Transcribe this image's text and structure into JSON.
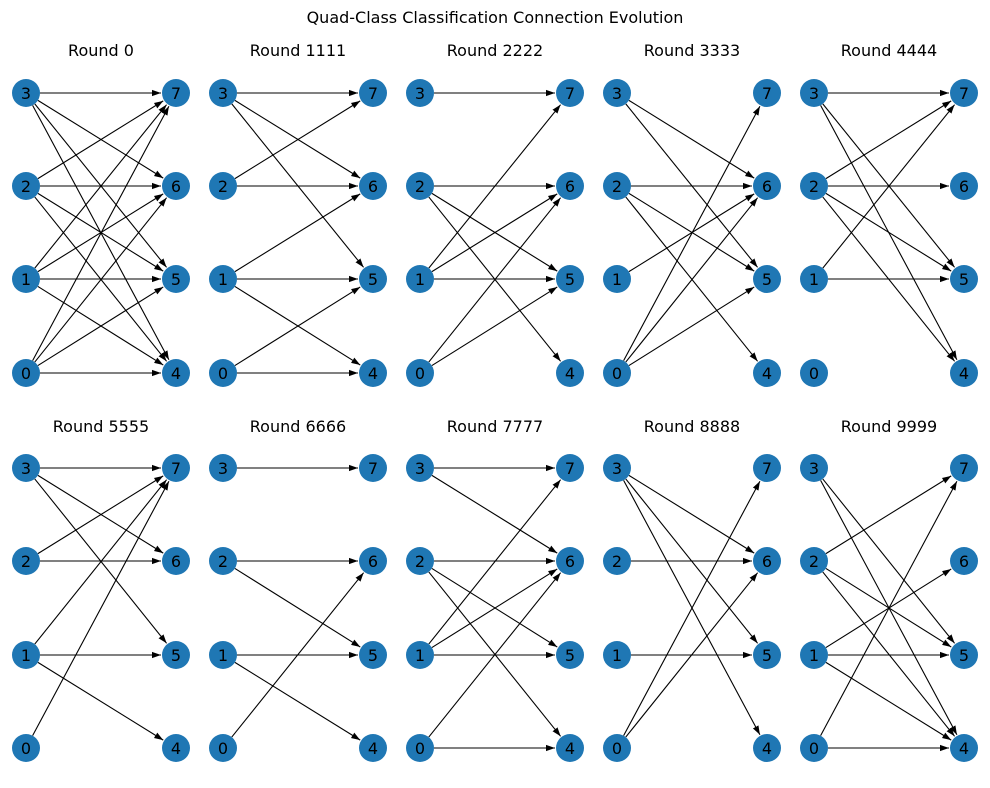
{
  "figure": {
    "title": "Quad-Class Classification Connection Evolution",
    "node_color": "#1f77b4",
    "edge_color": "#000000",
    "left_nodes": [
      "3",
      "2",
      "1",
      "0"
    ],
    "right_nodes": [
      "7",
      "6",
      "5",
      "4"
    ]
  },
  "panels": [
    {
      "title": "Round 0",
      "edges": [
        [
          "3",
          "7"
        ],
        [
          "3",
          "6"
        ],
        [
          "3",
          "5"
        ],
        [
          "3",
          "4"
        ],
        [
          "2",
          "7"
        ],
        [
          "2",
          "6"
        ],
        [
          "2",
          "5"
        ],
        [
          "2",
          "4"
        ],
        [
          "1",
          "7"
        ],
        [
          "1",
          "6"
        ],
        [
          "1",
          "5"
        ],
        [
          "1",
          "4"
        ],
        [
          "0",
          "7"
        ],
        [
          "0",
          "6"
        ],
        [
          "0",
          "5"
        ],
        [
          "0",
          "4"
        ]
      ]
    },
    {
      "title": "Round 1111",
      "edges": [
        [
          "3",
          "7"
        ],
        [
          "3",
          "6"
        ],
        [
          "3",
          "5"
        ],
        [
          "2",
          "7"
        ],
        [
          "2",
          "6"
        ],
        [
          "1",
          "6"
        ],
        [
          "1",
          "5"
        ],
        [
          "1",
          "4"
        ],
        [
          "0",
          "5"
        ],
        [
          "0",
          "4"
        ]
      ]
    },
    {
      "title": "Round 2222",
      "edges": [
        [
          "3",
          "7"
        ],
        [
          "2",
          "6"
        ],
        [
          "2",
          "5"
        ],
        [
          "2",
          "4"
        ],
        [
          "1",
          "7"
        ],
        [
          "1",
          "6"
        ],
        [
          "1",
          "5"
        ],
        [
          "0",
          "6"
        ],
        [
          "0",
          "5"
        ]
      ]
    },
    {
      "title": "Round 3333",
      "edges": [
        [
          "3",
          "6"
        ],
        [
          "3",
          "5"
        ],
        [
          "2",
          "6"
        ],
        [
          "2",
          "5"
        ],
        [
          "2",
          "4"
        ],
        [
          "1",
          "6"
        ],
        [
          "0",
          "7"
        ],
        [
          "0",
          "6"
        ],
        [
          "0",
          "5"
        ]
      ]
    },
    {
      "title": "Round 4444",
      "edges": [
        [
          "3",
          "7"
        ],
        [
          "3",
          "5"
        ],
        [
          "3",
          "4"
        ],
        [
          "2",
          "7"
        ],
        [
          "2",
          "6"
        ],
        [
          "2",
          "5"
        ],
        [
          "2",
          "4"
        ],
        [
          "1",
          "7"
        ],
        [
          "1",
          "5"
        ]
      ]
    },
    {
      "title": "Round 5555",
      "edges": [
        [
          "3",
          "7"
        ],
        [
          "3",
          "6"
        ],
        [
          "3",
          "5"
        ],
        [
          "2",
          "7"
        ],
        [
          "2",
          "6"
        ],
        [
          "1",
          "7"
        ],
        [
          "1",
          "5"
        ],
        [
          "1",
          "4"
        ],
        [
          "0",
          "7"
        ]
      ]
    },
    {
      "title": "Round 6666",
      "edges": [
        [
          "3",
          "7"
        ],
        [
          "2",
          "6"
        ],
        [
          "2",
          "5"
        ],
        [
          "1",
          "5"
        ],
        [
          "1",
          "4"
        ],
        [
          "0",
          "6"
        ]
      ]
    },
    {
      "title": "Round 7777",
      "edges": [
        [
          "3",
          "7"
        ],
        [
          "3",
          "6"
        ],
        [
          "2",
          "6"
        ],
        [
          "2",
          "5"
        ],
        [
          "2",
          "4"
        ],
        [
          "1",
          "7"
        ],
        [
          "1",
          "6"
        ],
        [
          "1",
          "5"
        ],
        [
          "0",
          "6"
        ],
        [
          "0",
          "4"
        ]
      ]
    },
    {
      "title": "Round 8888",
      "edges": [
        [
          "3",
          "6"
        ],
        [
          "3",
          "5"
        ],
        [
          "3",
          "4"
        ],
        [
          "2",
          "6"
        ],
        [
          "1",
          "5"
        ],
        [
          "0",
          "7"
        ],
        [
          "0",
          "6"
        ]
      ]
    },
    {
      "title": "Round 9999",
      "edges": [
        [
          "3",
          "5"
        ],
        [
          "3",
          "4"
        ],
        [
          "2",
          "7"
        ],
        [
          "2",
          "5"
        ],
        [
          "2",
          "4"
        ],
        [
          "1",
          "6"
        ],
        [
          "1",
          "5"
        ],
        [
          "1",
          "4"
        ],
        [
          "0",
          "7"
        ],
        [
          "0",
          "4"
        ]
      ]
    }
  ]
}
